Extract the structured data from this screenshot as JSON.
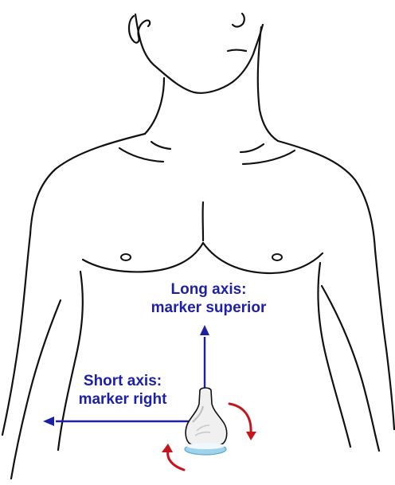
{
  "labels": {
    "long_axis": {
      "title": "Long axis:",
      "marker": "marker superior"
    },
    "short_axis": {
      "title": "Short axis:",
      "marker": "marker right"
    }
  },
  "colors": {
    "outline": "#111111",
    "axis_arrow": "#1d1fa6",
    "rotation_arrow": "#c4161c",
    "probe_body": "#f0f0f0",
    "probe_face": "#9fd3ec"
  },
  "icons": {
    "probe": "ultrasound-transducer-icon",
    "rotation": "curved-arrow-icon"
  }
}
